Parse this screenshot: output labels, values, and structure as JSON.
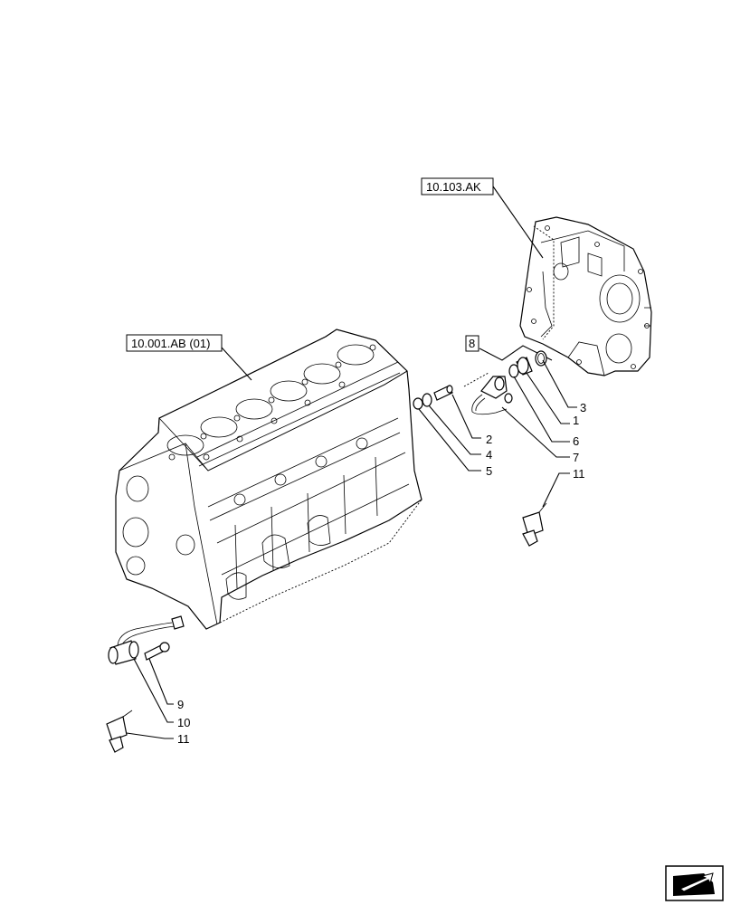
{
  "references": [
    {
      "id": "ref-block",
      "label": "10.001.AB (01)"
    },
    {
      "id": "ref-cover",
      "label": "10.103.AK"
    }
  ],
  "kit_label": "8",
  "callouts": [
    "1",
    "2",
    "3",
    "4",
    "5",
    "6",
    "7",
    "9",
    "10",
    "11",
    "11"
  ],
  "nav_icon": "next-page-arrow-icon"
}
